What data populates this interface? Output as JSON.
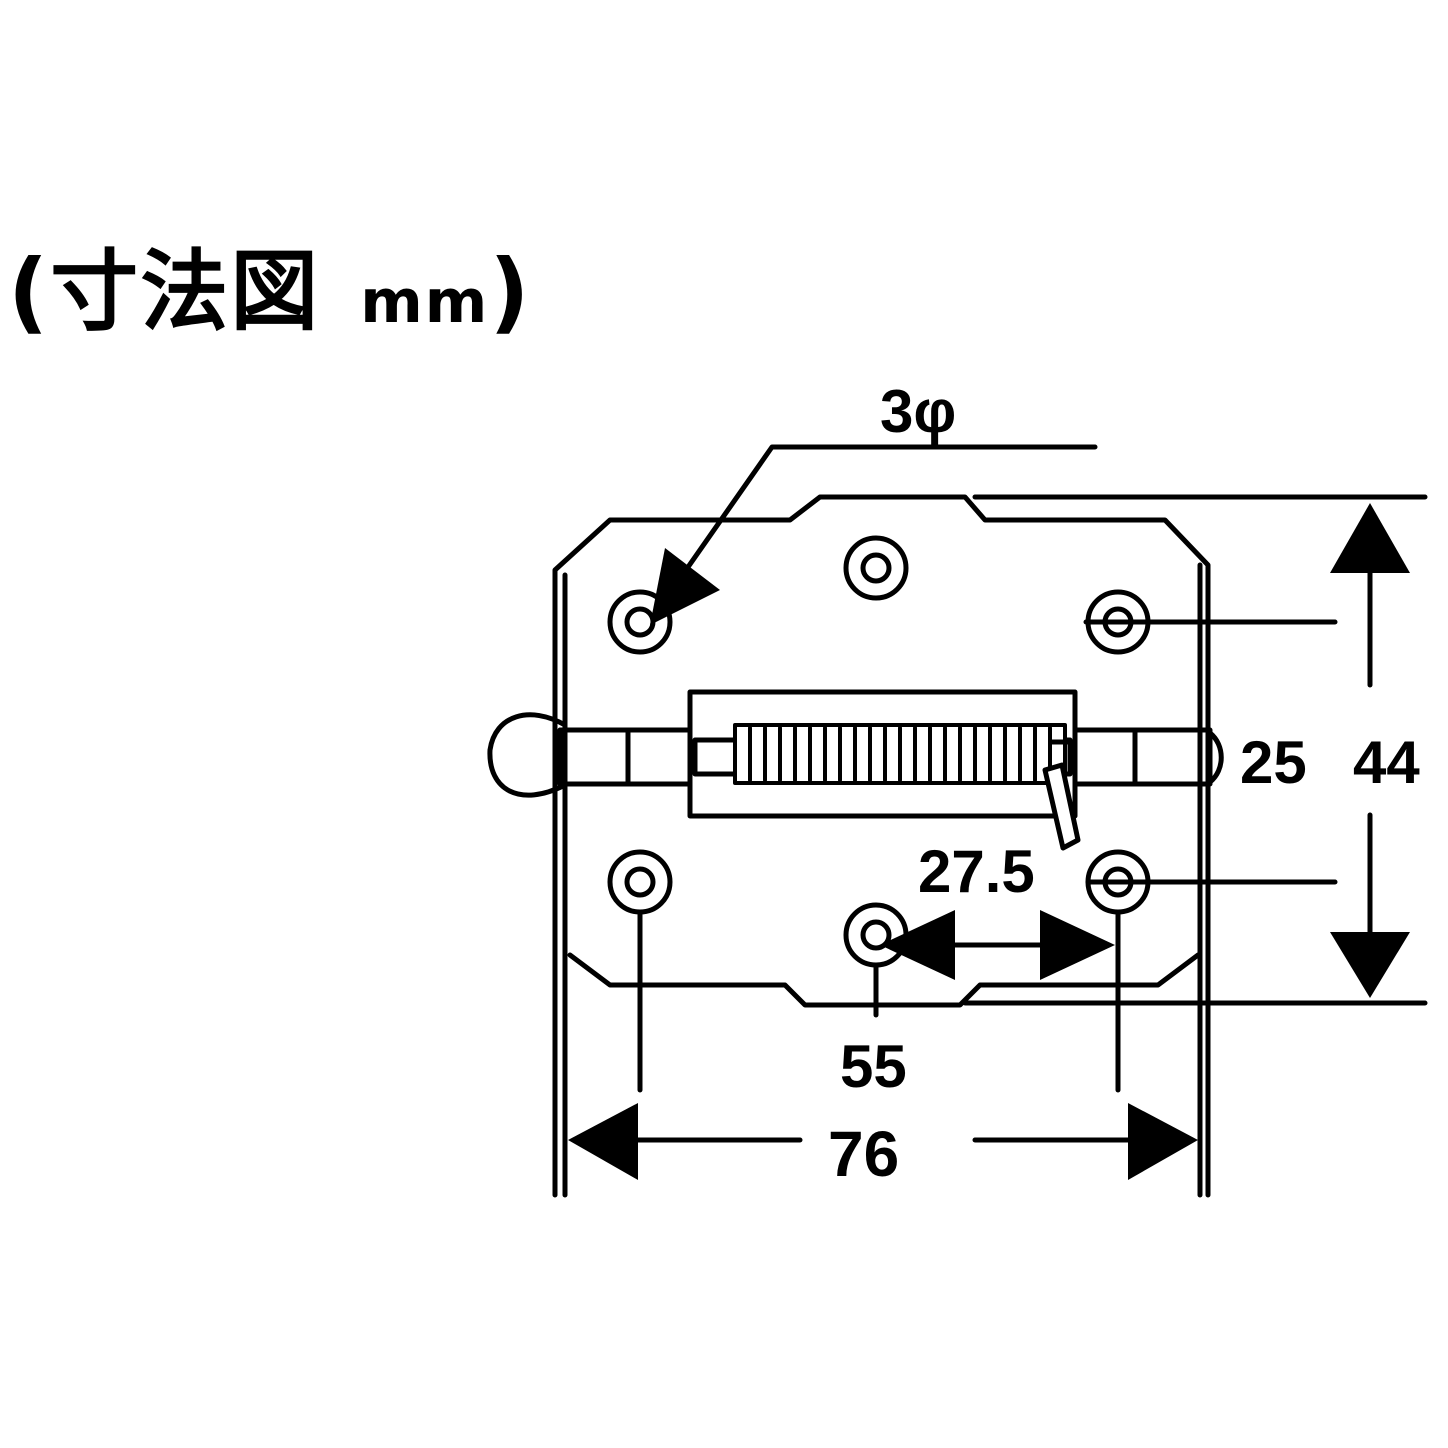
{
  "title": {
    "open_paren": "(",
    "label": "寸法図",
    "unit": "mm",
    "close_paren": ")"
  },
  "dimensions": {
    "hole_diameter": "3φ",
    "bolt_height": "25",
    "total_height": "44",
    "center_spacing": "27.5",
    "hole_spacing": "55",
    "total_width": "76"
  },
  "colors": {
    "line": "#000000",
    "background": "#ffffff"
  }
}
